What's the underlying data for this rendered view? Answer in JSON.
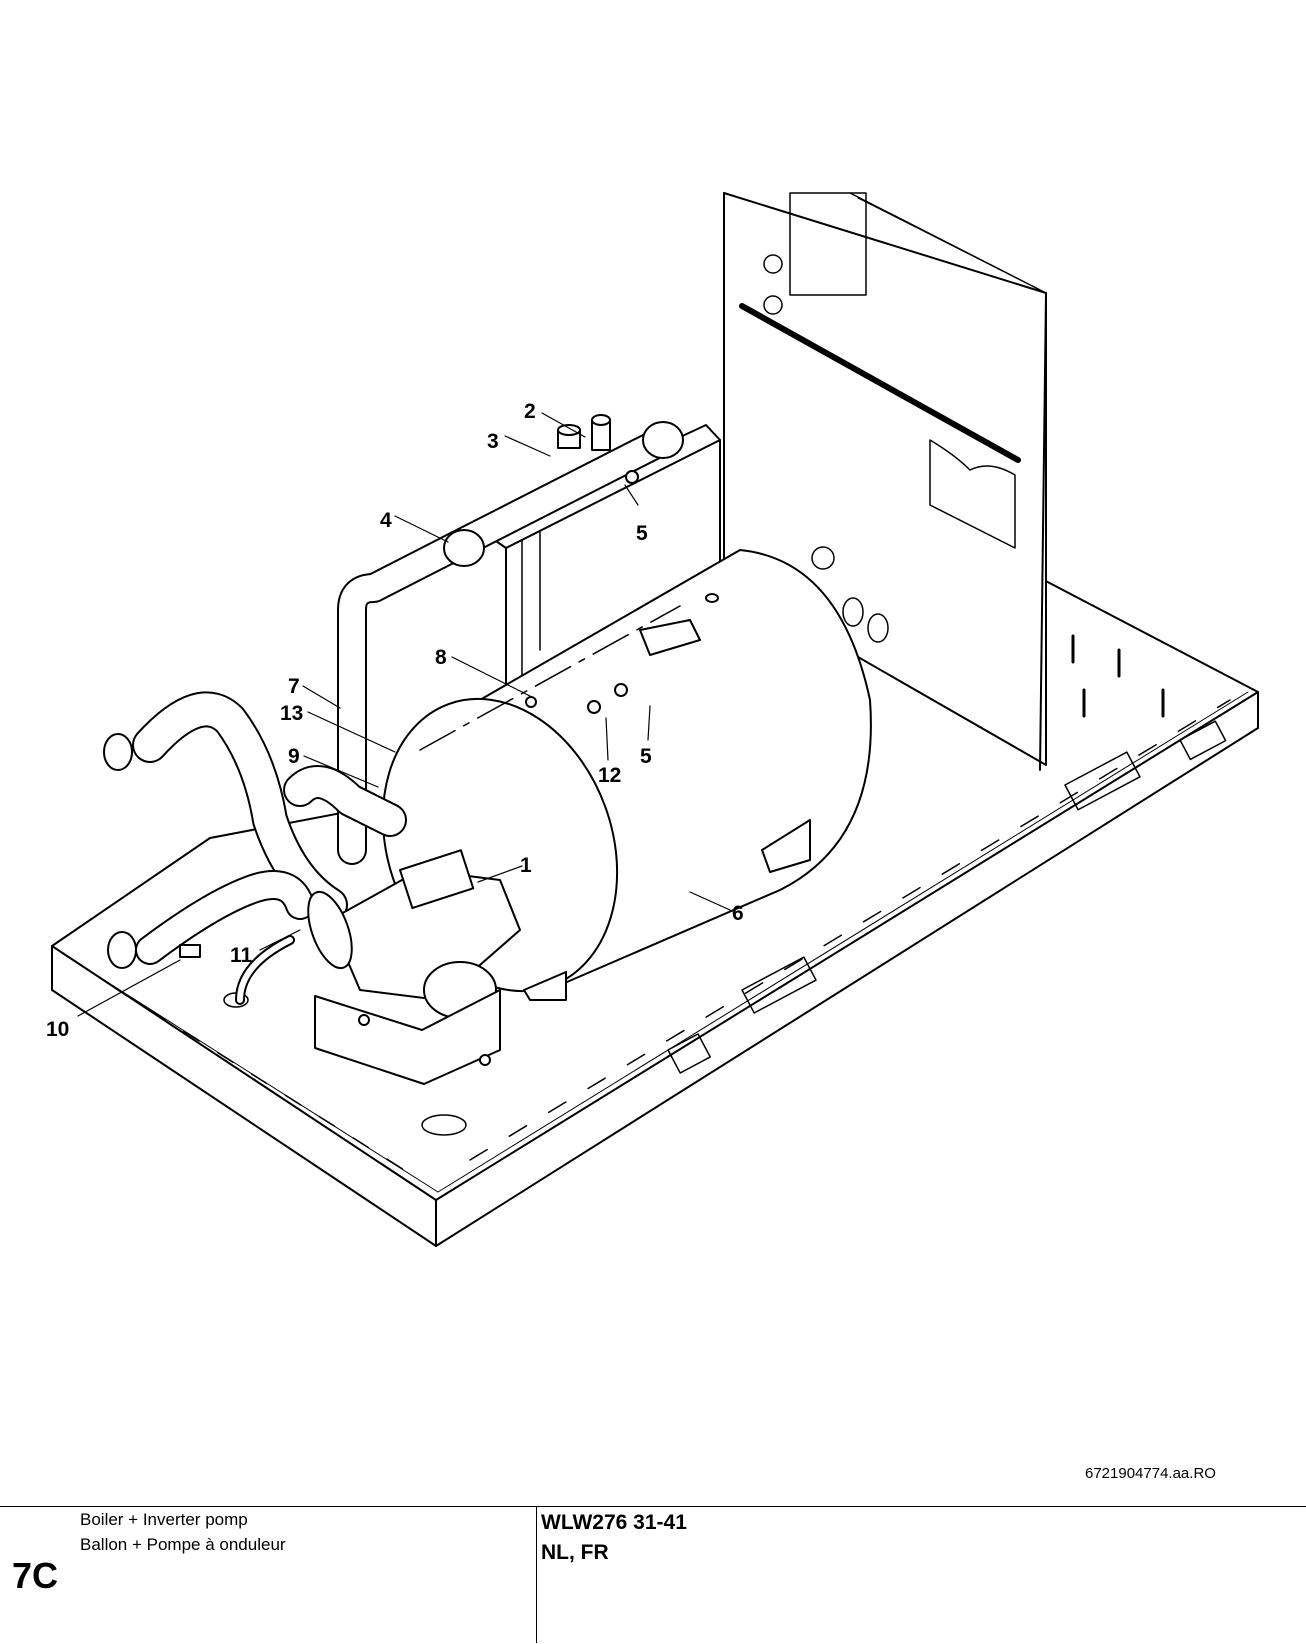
{
  "callouts": {
    "c1": "1",
    "c2": "2",
    "c3": "3",
    "c4": "4",
    "c5a": "5",
    "c5b": "5",
    "c6": "6",
    "c7": "7",
    "c8": "8",
    "c9": "9",
    "c10": "10",
    "c11": "11",
    "c12": "12",
    "c13": "13"
  },
  "drawing_id": "6721904774.aa.RO",
  "title_block": {
    "section_code": "7C",
    "description_nl": "Boiler + Inverter pomp",
    "description_fr": "Ballon + Pompe à onduleur",
    "model": "WLW276 31-41",
    "languages": "NL, FR"
  }
}
